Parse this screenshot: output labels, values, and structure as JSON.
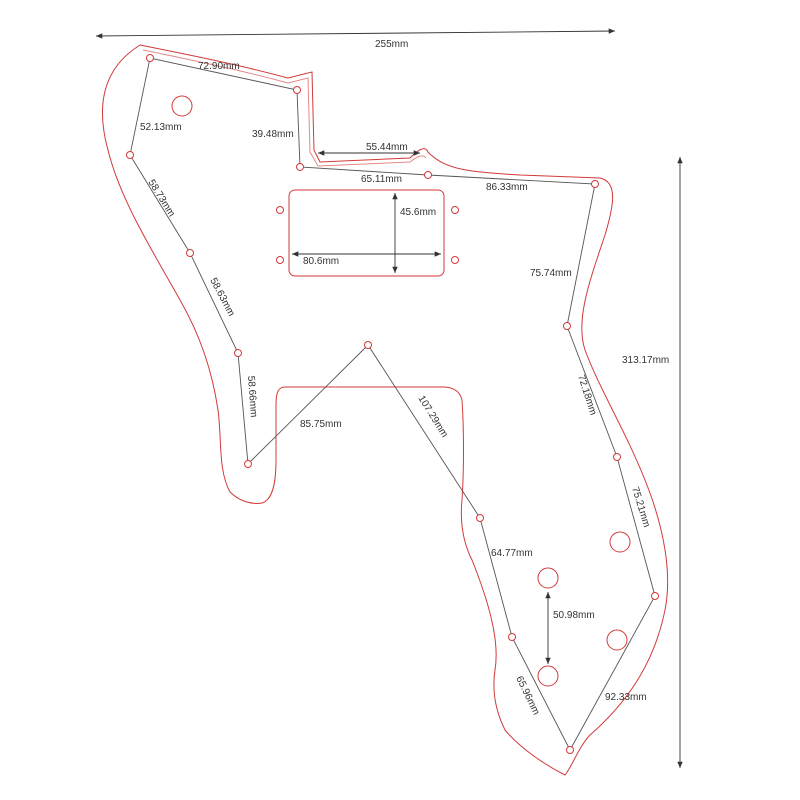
{
  "colors": {
    "outline": "#d23a3a",
    "measure_line": "#555555",
    "text": "#333333",
    "background": "#ffffff"
  },
  "dimensions": {
    "overall_width": "255mm",
    "overall_height": "313.17mm"
  },
  "segment_labels": {
    "s1": "72.90mm",
    "s2": "39.48mm",
    "s3": "52.13mm",
    "s4": "55.44mm",
    "s5": "65.11mm",
    "s6": "86.33mm",
    "s7": "75.74mm",
    "s8": "58.73mm",
    "s9": "58.63mm",
    "s10": "58.66mm",
    "s11": "85.75mm",
    "s12": "107.29mm",
    "s13": "72.18mm",
    "s14": "75.21mm",
    "s15": "64.77mm",
    "s16": "50.98mm",
    "s17": "65.96mm",
    "s18": "92.33mm"
  },
  "pickup": {
    "width_label": "80.6mm",
    "height_label": "45.6mm"
  }
}
